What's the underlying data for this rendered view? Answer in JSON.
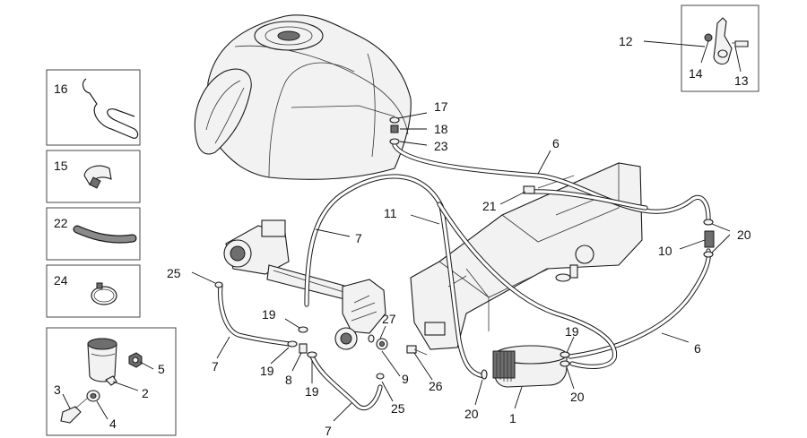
{
  "labels": {
    "l1": "1",
    "l2": "2",
    "l3": "3",
    "l4": "4",
    "l5": "5",
    "l6a": "6",
    "l6b": "6",
    "l7a": "7",
    "l7b": "7",
    "l7c": "7",
    "l8": "8",
    "l9": "9",
    "l10": "10",
    "l11": "11",
    "l12": "12",
    "l13": "13",
    "l14": "14",
    "l15": "15",
    "l16": "16",
    "l17": "17",
    "l18": "18",
    "l19a": "19",
    "l19b": "19",
    "l19c": "19",
    "l19d": "19",
    "l20a": "20",
    "l20b": "20",
    "l20c": "20",
    "l21": "21",
    "l22": "22",
    "l23": "23",
    "l24": "24",
    "l25a": "25",
    "l25b": "25",
    "l26": "26",
    "l27": "27"
  },
  "colors": {
    "line": "#1a1a1a",
    "fill": "#f2f2f2",
    "box_border": "#444444"
  }
}
